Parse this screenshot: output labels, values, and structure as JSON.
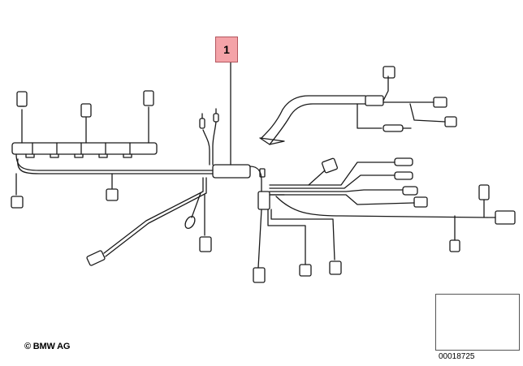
{
  "callout": {
    "label": "1",
    "color": "#f4a3a8"
  },
  "footer": {
    "copyright": "© BMW AG",
    "document_number": "00018725"
  },
  "line_color": "#1a1a1a"
}
